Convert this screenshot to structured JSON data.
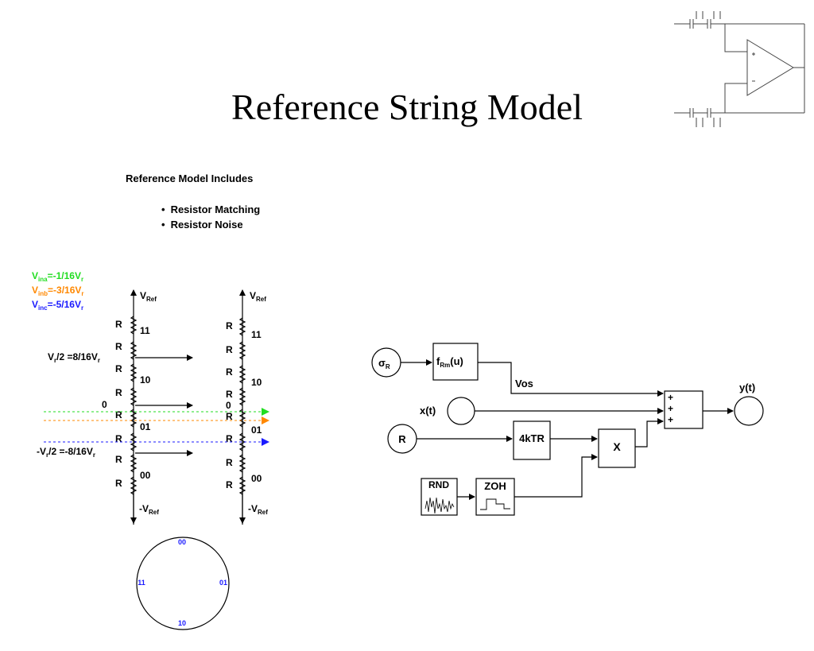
{
  "title": "Reference String Model",
  "intro": "Reference Model Includes",
  "bullets": [
    "Resistor Matching",
    "Resistor Noise"
  ],
  "legend": [
    {
      "sub": "ina",
      "value": "=-1/16V",
      "color": "#22dd22"
    },
    {
      "sub": "inb",
      "value": "=-3/16V",
      "color": "#ff8800"
    },
    {
      "sub": "inc",
      "value": "=-5/16V",
      "color": "#1a1aff"
    }
  ],
  "ladder": {
    "top_label": "V",
    "top_sub": "Ref",
    "bottom_label": "-V",
    "bottom_sub": "Ref",
    "resistor_label": "R",
    "codes": [
      "11",
      "10",
      "01",
      "00"
    ],
    "half_pos": "V",
    "half_pos_rest": "/2 =8/16V",
    "zero": "0",
    "half_neg": "-V",
    "half_neg_rest": "/2 =-8/16V",
    "sub_r": "r"
  },
  "circle_codes": [
    "00",
    "01",
    "10",
    "11"
  ],
  "block": {
    "sigma": "σ",
    "sigma_sub": "R",
    "f_label": "f",
    "f_sub": "Rm",
    "f_arg": "(u)",
    "vos": "Vos",
    "x_label": "x(t)",
    "r_label": "R",
    "noise_label": "4kTR",
    "mult_label": "X",
    "rnd_label": "RND",
    "zoh_label": "ZOH",
    "sum_signs": [
      "+",
      "+",
      "+"
    ],
    "y_label": "y(t)"
  }
}
